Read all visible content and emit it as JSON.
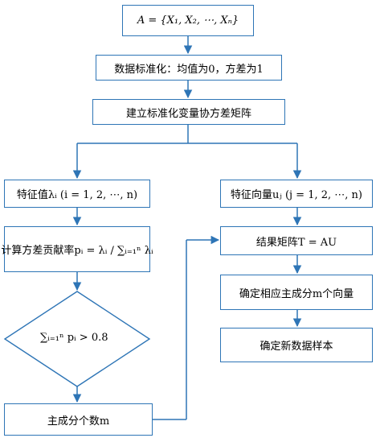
{
  "nodes": {
    "set": "A = {X₁, X₂, ⋯, Xₙ}",
    "standardize": "数据标准化：均值为0，方差为1",
    "covariance": "建立标准化变量协方差矩阵",
    "eigenvalue": "特征值λᵢ (i = 1, 2, ⋯, n)",
    "eigenvector": "特征向量uⱼ (j = 1, 2, ⋯, n)",
    "contribution": "计算方差贡献率pᵢ = λᵢ / ∑ᵢ₌₁ⁿ λᵢ",
    "decision": "∑ᵢ₌₁ⁿ pᵢ > 0.8",
    "count": "主成分个数m",
    "result_matrix": "结果矩阵T = AU",
    "determine_vectors": "确定相应主成分m个向量",
    "new_sample": "确定新数据样本"
  },
  "colors": {
    "border": "#2e75b6",
    "arrow": "#2e75b6"
  }
}
